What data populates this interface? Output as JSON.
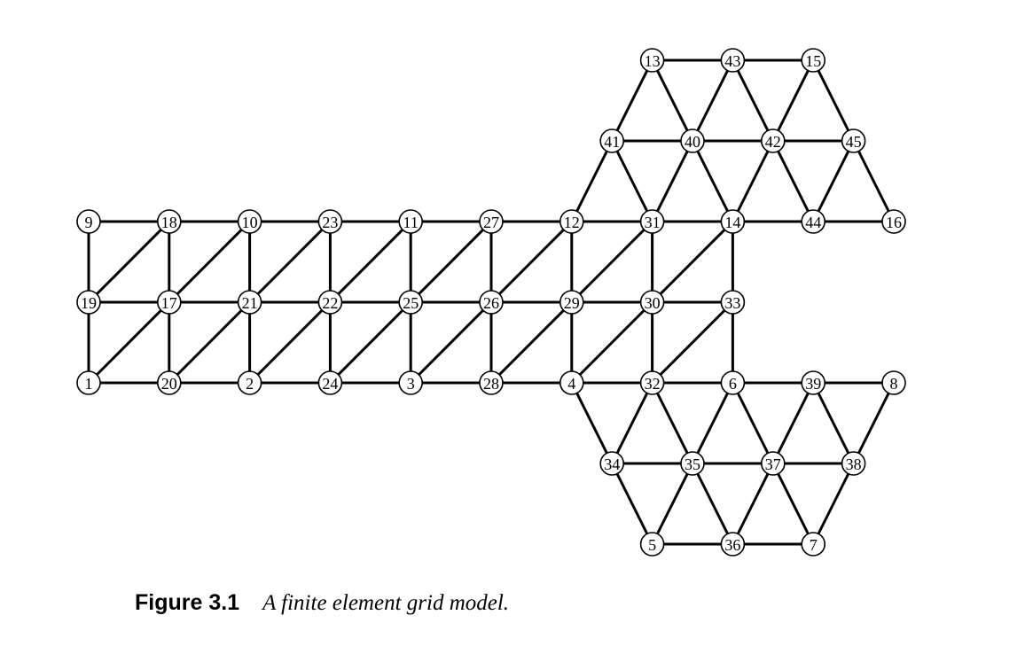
{
  "figure": {
    "label": "Figure 3.1",
    "caption": "A finite element grid model."
  },
  "graph": {
    "nodes": [
      {
        "id": "1",
        "row": 3,
        "col": 0
      },
      {
        "id": "20",
        "row": 3,
        "col": 2
      },
      {
        "id": "2",
        "row": 3,
        "col": 4
      },
      {
        "id": "24",
        "row": 3,
        "col": 6
      },
      {
        "id": "3",
        "row": 3,
        "col": 8
      },
      {
        "id": "28",
        "row": 3,
        "col": 10
      },
      {
        "id": "4",
        "row": 3,
        "col": 12
      },
      {
        "id": "32",
        "row": 3,
        "col": 14
      },
      {
        "id": "6",
        "row": 3,
        "col": 16
      },
      {
        "id": "39",
        "row": 3,
        "col": 18
      },
      {
        "id": "8",
        "row": 3,
        "col": 20
      },
      {
        "id": "19",
        "row": 2,
        "col": 0
      },
      {
        "id": "17",
        "row": 2,
        "col": 2
      },
      {
        "id": "21",
        "row": 2,
        "col": 4
      },
      {
        "id": "22",
        "row": 2,
        "col": 6
      },
      {
        "id": "25",
        "row": 2,
        "col": 8
      },
      {
        "id": "26",
        "row": 2,
        "col": 10
      },
      {
        "id": "29",
        "row": 2,
        "col": 12
      },
      {
        "id": "30",
        "row": 2,
        "col": 14
      },
      {
        "id": "33",
        "row": 2,
        "col": 16
      },
      {
        "id": "9",
        "row": 1,
        "col": 0
      },
      {
        "id": "18",
        "row": 1,
        "col": 2
      },
      {
        "id": "10",
        "row": 1,
        "col": 4
      },
      {
        "id": "23",
        "row": 1,
        "col": 6
      },
      {
        "id": "11",
        "row": 1,
        "col": 8
      },
      {
        "id": "27",
        "row": 1,
        "col": 10
      },
      {
        "id": "12",
        "row": 1,
        "col": 12
      },
      {
        "id": "31",
        "row": 1,
        "col": 14
      },
      {
        "id": "14",
        "row": 1,
        "col": 16
      },
      {
        "id": "44",
        "row": 1,
        "col": 18
      },
      {
        "id": "16",
        "row": 1,
        "col": 20
      },
      {
        "id": "41",
        "row": 0,
        "col": 13
      },
      {
        "id": "40",
        "row": 0,
        "col": 15
      },
      {
        "id": "42",
        "row": 0,
        "col": 17
      },
      {
        "id": "45",
        "row": 0,
        "col": 19
      },
      {
        "id": "13",
        "row": -1,
        "col": 14
      },
      {
        "id": "43",
        "row": -1,
        "col": 16
      },
      {
        "id": "15",
        "row": -1,
        "col": 18
      },
      {
        "id": "34",
        "row": 4,
        "col": 13
      },
      {
        "id": "35",
        "row": 4,
        "col": 15
      },
      {
        "id": "37",
        "row": 4,
        "col": 17
      },
      {
        "id": "38",
        "row": 4,
        "col": 19
      },
      {
        "id": "5",
        "row": 5,
        "col": 14
      },
      {
        "id": "36",
        "row": 5,
        "col": 16
      },
      {
        "id": "7",
        "row": 5,
        "col": 18
      }
    ],
    "edges": [
      [
        "1",
        "20"
      ],
      [
        "20",
        "2"
      ],
      [
        "2",
        "24"
      ],
      [
        "24",
        "3"
      ],
      [
        "3",
        "28"
      ],
      [
        "28",
        "4"
      ],
      [
        "4",
        "32"
      ],
      [
        "32",
        "6"
      ],
      [
        "6",
        "39"
      ],
      [
        "39",
        "8"
      ],
      [
        "19",
        "17"
      ],
      [
        "17",
        "21"
      ],
      [
        "21",
        "22"
      ],
      [
        "22",
        "25"
      ],
      [
        "25",
        "26"
      ],
      [
        "26",
        "29"
      ],
      [
        "29",
        "30"
      ],
      [
        "30",
        "33"
      ],
      [
        "9",
        "18"
      ],
      [
        "18",
        "10"
      ],
      [
        "10",
        "23"
      ],
      [
        "23",
        "11"
      ],
      [
        "11",
        "27"
      ],
      [
        "27",
        "12"
      ],
      [
        "12",
        "31"
      ],
      [
        "31",
        "14"
      ],
      [
        "14",
        "44"
      ],
      [
        "44",
        "16"
      ],
      [
        "9",
        "19"
      ],
      [
        "19",
        "1"
      ],
      [
        "18",
        "17"
      ],
      [
        "17",
        "20"
      ],
      [
        "10",
        "21"
      ],
      [
        "21",
        "2"
      ],
      [
        "23",
        "22"
      ],
      [
        "22",
        "24"
      ],
      [
        "11",
        "25"
      ],
      [
        "25",
        "3"
      ],
      [
        "27",
        "26"
      ],
      [
        "26",
        "28"
      ],
      [
        "12",
        "29"
      ],
      [
        "29",
        "4"
      ],
      [
        "31",
        "30"
      ],
      [
        "30",
        "32"
      ],
      [
        "14",
        "33"
      ],
      [
        "33",
        "6"
      ],
      [
        "18",
        "19"
      ],
      [
        "17",
        "1"
      ],
      [
        "10",
        "17"
      ],
      [
        "21",
        "20"
      ],
      [
        "23",
        "21"
      ],
      [
        "22",
        "2"
      ],
      [
        "11",
        "22"
      ],
      [
        "25",
        "24"
      ],
      [
        "27",
        "25"
      ],
      [
        "26",
        "3"
      ],
      [
        "12",
        "26"
      ],
      [
        "29",
        "28"
      ],
      [
        "31",
        "29"
      ],
      [
        "30",
        "4"
      ],
      [
        "14",
        "30"
      ],
      [
        "33",
        "32"
      ],
      [
        "13",
        "43"
      ],
      [
        "43",
        "15"
      ],
      [
        "41",
        "40"
      ],
      [
        "40",
        "42"
      ],
      [
        "42",
        "45"
      ],
      [
        "13",
        "41"
      ],
      [
        "13",
        "40"
      ],
      [
        "43",
        "40"
      ],
      [
        "43",
        "42"
      ],
      [
        "15",
        "42"
      ],
      [
        "15",
        "45"
      ],
      [
        "41",
        "12"
      ],
      [
        "41",
        "31"
      ],
      [
        "40",
        "31"
      ],
      [
        "40",
        "14"
      ],
      [
        "42",
        "14"
      ],
      [
        "42",
        "44"
      ],
      [
        "45",
        "44"
      ],
      [
        "45",
        "16"
      ],
      [
        "34",
        "35"
      ],
      [
        "35",
        "37"
      ],
      [
        "37",
        "38"
      ],
      [
        "5",
        "36"
      ],
      [
        "36",
        "7"
      ],
      [
        "4",
        "34"
      ],
      [
        "32",
        "34"
      ],
      [
        "32",
        "35"
      ],
      [
        "6",
        "35"
      ],
      [
        "6",
        "37"
      ],
      [
        "39",
        "37"
      ],
      [
        "39",
        "38"
      ],
      [
        "8",
        "38"
      ],
      [
        "34",
        "5"
      ],
      [
        "35",
        "5"
      ],
      [
        "35",
        "36"
      ],
      [
        "37",
        "36"
      ],
      [
        "37",
        "7"
      ],
      [
        "38",
        "7"
      ]
    ]
  }
}
